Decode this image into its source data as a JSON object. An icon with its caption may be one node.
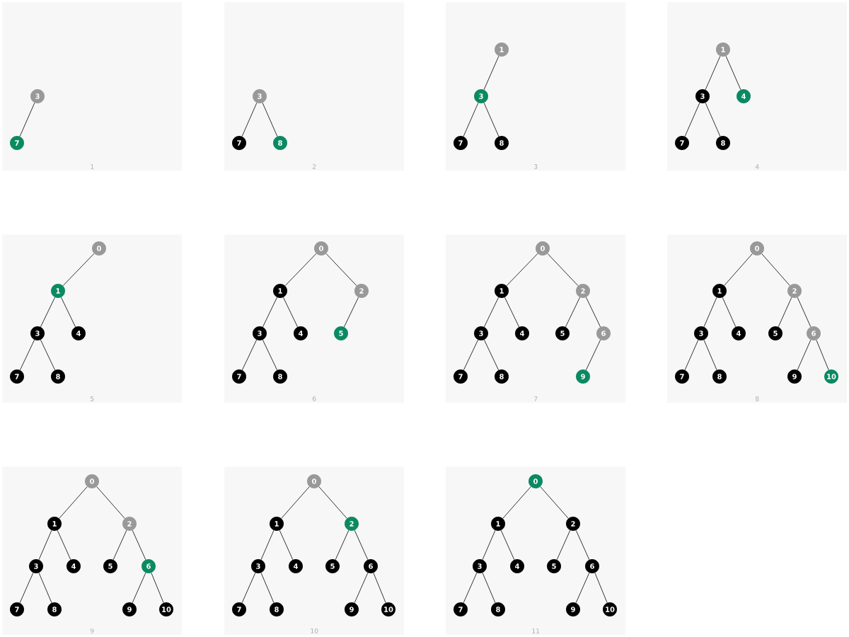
{
  "diagram": {
    "nodes": [
      {
        "text": [
          "1"
        ]
      },
      {
        "text": [
          "3"
        ],
        "in": 0
      },
      {
        "text": [
          "7"
        ],
        "in": 0
      },
      {
        "text": [
          "2"
        ]
      },
      {
        "text": [
          "3"
        ],
        "in": 3
      },
      {
        "text": [
          "7"
        ],
        "in": 3
      },
      {
        "text": [
          "8"
        ],
        "in": 3
      },
      {
        "text": [
          "3"
        ]
      },
      {
        "text": [
          "1"
        ],
        "in": 7
      },
      {
        "text": [
          "3"
        ],
        "in": 7
      },
      {
        "text": [
          "7"
        ],
        "in": 7
      },
      {
        "text": [
          "8"
        ],
        "in": 7
      },
      {
        "text": [
          "4"
        ]
      },
      {
        "text": [
          "1"
        ],
        "in": 12
      },
      {
        "text": [
          "3"
        ],
        "in": 12
      },
      {
        "text": [
          "4"
        ],
        "in": 12
      },
      {
        "text": [
          "7"
        ],
        "in": 12
      },
      {
        "text": [
          "8"
        ],
        "in": 12
      },
      {
        "text": [
          "5"
        ]
      },
      {
        "text": [
          "0"
        ],
        "in": 18
      },
      {
        "text": [
          "1"
        ],
        "in": 18
      },
      {
        "text": [
          "3"
        ],
        "in": 18
      },
      {
        "text": [
          "4"
        ],
        "in": 18
      },
      {
        "text": [
          "7"
        ],
        "in": 18
      },
      {
        "text": [
          "8"
        ],
        "in": 18
      },
      {
        "text": [
          "6"
        ]
      },
      {
        "text": [
          "0"
        ],
        "in": 25
      },
      {
        "text": [
          "1"
        ],
        "in": 25
      },
      {
        "text": [
          "2"
        ],
        "in": 25
      },
      {
        "text": [
          "3"
        ],
        "in": 25
      },
      {
        "text": [
          "4"
        ],
        "in": 25
      },
      {
        "text": [
          "5"
        ],
        "in": 25
      },
      {
        "text": [
          "7"
        ],
        "in": 25
      },
      {
        "text": [
          "8"
        ],
        "in": 25
      },
      {
        "text": [
          "7"
        ]
      },
      {
        "text": [
          "0"
        ],
        "in": 34
      },
      {
        "text": [
          "1"
        ],
        "in": 34
      },
      {
        "text": [
          "2"
        ],
        "in": 34
      },
      {
        "text": [
          "3"
        ],
        "in": 34
      },
      {
        "text": [
          "4"
        ],
        "in": 34
      },
      {
        "text": [
          "5"
        ],
        "in": 34
      },
      {
        "text": [
          "6"
        ],
        "in": 34
      },
      {
        "text": [
          "7"
        ],
        "in": 34
      },
      {
        "text": [
          "8"
        ],
        "in": 34
      },
      {
        "text": [
          "9"
        ],
        "in": 34
      },
      {
        "text": [
          "8"
        ]
      },
      {
        "text": [
          "0"
        ],
        "in": 45
      },
      {
        "text": [
          "1"
        ],
        "in": 45
      },
      {
        "text": [
          "2"
        ],
        "in": 45
      },
      {
        "text": [
          "3"
        ],
        "in": 45
      },
      {
        "text": [
          "4"
        ],
        "in": 45
      },
      {
        "text": [
          "5"
        ],
        "in": 45
      },
      {
        "text": [
          "6"
        ],
        "in": 45
      },
      {
        "text": [
          "7"
        ],
        "in": 45
      },
      {
        "text": [
          "8"
        ],
        "in": 45
      },
      {
        "text": [
          "9"
        ],
        "in": 45
      },
      {
        "text": [
          "10"
        ],
        "in": 45
      },
      {
        "text": [
          "9"
        ]
      },
      {
        "text": [
          "0"
        ],
        "in": 57
      },
      {
        "text": [
          "1"
        ],
        "in": 57
      },
      {
        "text": [
          "2"
        ],
        "in": 57
      },
      {
        "text": [
          "3"
        ],
        "in": 57
      },
      {
        "text": [
          "4"
        ],
        "in": 57
      },
      {
        "text": [
          "5"
        ],
        "in": 57
      },
      {
        "text": [
          "6"
        ],
        "in": 57
      },
      {
        "text": [
          "7"
        ],
        "in": 57
      },
      {
        "text": [
          "8"
        ],
        "in": 57
      },
      {
        "text": [
          "9"
        ],
        "in": 57
      },
      {
        "text": [
          "10"
        ],
        "in": 57
      },
      {
        "text": [
          "10"
        ]
      },
      {
        "text": [
          "0"
        ],
        "in": 69
      },
      {
        "text": [
          "1"
        ],
        "in": 69
      },
      {
        "text": [
          "2"
        ],
        "in": 69
      },
      {
        "text": [
          "3"
        ],
        "in": 69
      },
      {
        "text": [
          "4"
        ],
        "in": 69
      },
      {
        "text": [
          "5"
        ],
        "in": 69
      },
      {
        "text": [
          "6"
        ],
        "in": 69
      },
      {
        "text": [
          "7"
        ],
        "in": 69
      },
      {
        "text": [
          "8"
        ],
        "in": 69
      },
      {
        "text": [
          "9"
        ],
        "in": 69
      },
      {
        "text": [
          "10"
        ],
        "in": 69
      },
      {
        "text": [
          "11"
        ]
      },
      {
        "text": [
          "0"
        ],
        "in": 81
      },
      {
        "text": [
          "1"
        ],
        "in": 81
      },
      {
        "text": [
          "2"
        ],
        "in": 81
      },
      {
        "text": [
          "3"
        ],
        "in": 81
      },
      {
        "text": [
          "4"
        ],
        "in": 81
      },
      {
        "text": [
          "5"
        ],
        "in": 81
      },
      {
        "text": [
          "6"
        ],
        "in": 81
      },
      {
        "text": [
          "7"
        ],
        "in": 81
      },
      {
        "text": [
          "8"
        ],
        "in": 81
      },
      {
        "text": [
          "9"
        ],
        "in": 81
      },
      {
        "text": [
          "10"
        ],
        "in": 81
      }
    ],
    "edges": [
      {
        "from": 1,
        "to": 2,
        "arrow": "none"
      },
      {
        "from": 4,
        "to": 5,
        "arrow": "none"
      },
      {
        "from": 4,
        "to": 6,
        "arrow": "none"
      },
      {
        "from": 8,
        "to": 9,
        "arrow": "none"
      },
      {
        "from": 9,
        "to": 10,
        "arrow": "none"
      },
      {
        "from": 9,
        "to": 11,
        "arrow": "none"
      },
      {
        "from": 13,
        "to": 14,
        "arrow": "none"
      },
      {
        "from": 13,
        "to": 15,
        "arrow": "none"
      },
      {
        "from": 14,
        "to": 16,
        "arrow": "none"
      },
      {
        "from": 14,
        "to": 17,
        "arrow": "none"
      },
      {
        "from": 19,
        "to": 20,
        "arrow": "none"
      },
      {
        "from": 20,
        "to": 21,
        "arrow": "none"
      },
      {
        "from": 20,
        "to": 22,
        "arrow": "none"
      },
      {
        "from": 21,
        "to": 23,
        "arrow": "none"
      },
      {
        "from": 21,
        "to": 24,
        "arrow": "none"
      },
      {
        "from": 26,
        "to": 27,
        "arrow": "none"
      },
      {
        "from": 26,
        "to": 28,
        "arrow": "none"
      },
      {
        "from": 27,
        "to": 29,
        "arrow": "none"
      },
      {
        "from": 27,
        "to": 30,
        "arrow": "none"
      },
      {
        "from": 28,
        "to": 31,
        "arrow": "none"
      },
      {
        "from": 29,
        "to": 32,
        "arrow": "none"
      },
      {
        "from": 29,
        "to": 33,
        "arrow": "none"
      },
      {
        "from": 35,
        "to": 36,
        "arrow": "none"
      },
      {
        "from": 35,
        "to": 37,
        "arrow": "none"
      },
      {
        "from": 36,
        "to": 38,
        "arrow": "none"
      },
      {
        "from": 36,
        "to": 39,
        "arrow": "none"
      },
      {
        "from": 37,
        "to": 40,
        "arrow": "none"
      },
      {
        "from": 37,
        "to": 41,
        "arrow": "none"
      },
      {
        "from": 38,
        "to": 42,
        "arrow": "none"
      },
      {
        "from": 38,
        "to": 43,
        "arrow": "none"
      },
      {
        "from": 41,
        "to": 44,
        "arrow": "none"
      },
      {
        "from": 46,
        "to": 47,
        "arrow": "none"
      },
      {
        "from": 46,
        "to": 48,
        "arrow": "none"
      },
      {
        "from": 47,
        "to": 49,
        "arrow": "none"
      },
      {
        "from": 47,
        "to": 50,
        "arrow": "none"
      },
      {
        "from": 48,
        "to": 51,
        "arrow": "none"
      },
      {
        "from": 48,
        "to": 52,
        "arrow": "none"
      },
      {
        "from": 49,
        "to": 53,
        "arrow": "none"
      },
      {
        "from": 49,
        "to": 54,
        "arrow": "none"
      },
      {
        "from": 52,
        "to": 55,
        "arrow": "none"
      },
      {
        "from": 52,
        "to": 56,
        "arrow": "none"
      },
      {
        "from": 58,
        "to": 59,
        "arrow": "none"
      },
      {
        "from": 58,
        "to": 60,
        "arrow": "none"
      },
      {
        "from": 59,
        "to": 61,
        "arrow": "none"
      },
      {
        "from": 59,
        "to": 62,
        "arrow": "none"
      },
      {
        "from": 60,
        "to": 63,
        "arrow": "none"
      },
      {
        "from": 60,
        "to": 64,
        "arrow": "none"
      },
      {
        "from": 61,
        "to": 65,
        "arrow": "none"
      },
      {
        "from": 61,
        "to": 66,
        "arrow": "none"
      },
      {
        "from": 64,
        "to": 67,
        "arrow": "none"
      },
      {
        "from": 64,
        "to": 68,
        "arrow": "none"
      },
      {
        "from": 70,
        "to": 71,
        "arrow": "none"
      },
      {
        "from": 70,
        "to": 72,
        "arrow": "none"
      },
      {
        "from": 71,
        "to": 73,
        "arrow": "none"
      },
      {
        "from": 71,
        "to": 74,
        "arrow": "none"
      },
      {
        "from": 72,
        "to": 75,
        "arrow": "none"
      },
      {
        "from": 72,
        "to": 76,
        "arrow": "none"
      },
      {
        "from": 73,
        "to": 77,
        "arrow": "none"
      },
      {
        "from": 73,
        "to": 78,
        "arrow": "none"
      },
      {
        "from": 76,
        "to": 79,
        "arrow": "none"
      },
      {
        "from": 76,
        "to": 80,
        "arrow": "none"
      },
      {
        "from": 82,
        "to": 83,
        "arrow": "none"
      },
      {
        "from": 82,
        "to": 84,
        "arrow": "none"
      },
      {
        "from": 83,
        "to": 85,
        "arrow": "none"
      },
      {
        "from": 83,
        "to": 86,
        "arrow": "none"
      },
      {
        "from": 84,
        "to": 87,
        "arrow": "none"
      },
      {
        "from": 84,
        "to": 88,
        "arrow": "none"
      },
      {
        "from": 85,
        "to": 89,
        "arrow": "none"
      },
      {
        "from": 85,
        "to": 90,
        "arrow": "none"
      },
      {
        "from": 88,
        "to": 91,
        "arrow": "none"
      },
      {
        "from": 88,
        "to": 92,
        "arrow": "none"
      }
    ]
  }
}
